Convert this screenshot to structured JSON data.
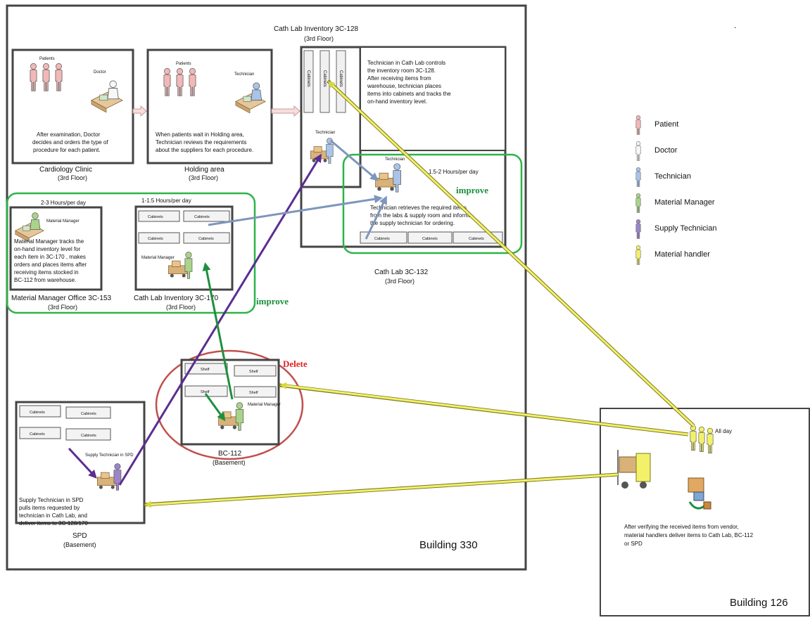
{
  "building330": {
    "label": "Building 330"
  },
  "building126": {
    "label": "Building 126",
    "freq": "All day",
    "desc": [
      "After verifying the received items from vendor,",
      "material handlers deliver items to Cath Lab, BC-112",
      "or SPD"
    ]
  },
  "top_dot": ".",
  "clinic": {
    "title": "Cardiology Clinic",
    "floor": "(3rd Floor)",
    "patients_label": "Patients",
    "doctor_label": "Doctor",
    "desc": [
      "After examination, Doctor",
      "decides and orders the type of",
      "procedure for each patient."
    ]
  },
  "holding": {
    "title": "Holding area",
    "floor": "(3rd Floor)",
    "patients_label": "Patients",
    "tech_label": "Technician",
    "desc": [
      "When patients wait in Holding area,",
      "Technician reviews the requirements",
      "about the suppliers for each procedure."
    ]
  },
  "cathinv128": {
    "title": "Cath Lab Inventory 3C-128",
    "floor": "(3rd Floor)",
    "cabinet_label": "Cabinets",
    "tech_label": "Technician",
    "desc": [
      "Technician in Cath Lab controls",
      "the inventory room 3C-128.",
      "After receiving items from",
      "warehouse, technician places",
      "items into cabinets and tracks the",
      "on-hand inventory level."
    ]
  },
  "cathlab132": {
    "title": "Cath Lab  3C-132",
    "floor": "(3rd Floor)",
    "freq": "1.5-2 Hours/per day",
    "tech_label": "Technician",
    "improve": "improve",
    "cabinets": [
      "Cabinets",
      "Cabinets",
      "Cabinets"
    ],
    "desc": [
      "Technician retrieves the required items",
      "from the labs & supply room and informs",
      "the supply technician for ordering."
    ]
  },
  "mmoffice": {
    "title": "Material Manager Office 3C-153",
    "floor": "(3rd Floor)",
    "freq": "2-3 Hours/per day",
    "mm_label": "Material Manager",
    "desc": [
      "Material Manager tracks the",
      "on-hand inventory level for",
      "each item in 3C-170 , makes",
      "orders and places items after",
      "receiving items stocked in",
      "BC-112 from warehouse."
    ]
  },
  "cathinv170": {
    "title": "Cath Lab Inventory 3C-170",
    "floor": "(3rd Floor)",
    "freq": "1-1.5 Hours/per day",
    "mm_label": "Material Manager",
    "cabinets": [
      "Cabinets",
      "Cabinets",
      "Cabinets",
      "Cabinets"
    ]
  },
  "improve_left": "improve",
  "bc112": {
    "title": "BC-112",
    "floor": "(Basement)",
    "delete": "Delete",
    "shelves": [
      "Shelf",
      "Shelf",
      "Shelf",
      "Shelf"
    ],
    "mm_label": "Material Manager"
  },
  "spd": {
    "title": "SPD",
    "floor": "(Basement)",
    "cabinets": [
      "Cabinets",
      "Cabinets",
      "Cabinets",
      "Cabinets"
    ],
    "st_label": "Supply Technician in SPD",
    "desc": [
      "Supply Technician in SPD",
      "pulls items requested by",
      "technician in Cath Lab, and",
      "deliver items to 3C-128/170"
    ]
  },
  "legend": [
    {
      "label": "Patient",
      "color": "#f2b8b8"
    },
    {
      "label": "Doctor",
      "color": "#f7f7f7"
    },
    {
      "label": "Technician",
      "color": "#a9c4e8"
    },
    {
      "label": "Material Manager",
      "color": "#a9d48a"
    },
    {
      "label": "Supply Technician",
      "color": "#9b86c9"
    },
    {
      "label": "Material handler",
      "color": "#f3f06a"
    }
  ],
  "colors": {
    "green_outline": "#2db34a",
    "red_outline": "#c0504d",
    "improve_text": "#1a8f3a",
    "delete_text": "#e02020",
    "yellow_arrow": "#e3e33a",
    "purple_arrow": "#5b2d91",
    "green_arrow": "#1e8f3e",
    "blue_arrow": "#7e96bd"
  }
}
